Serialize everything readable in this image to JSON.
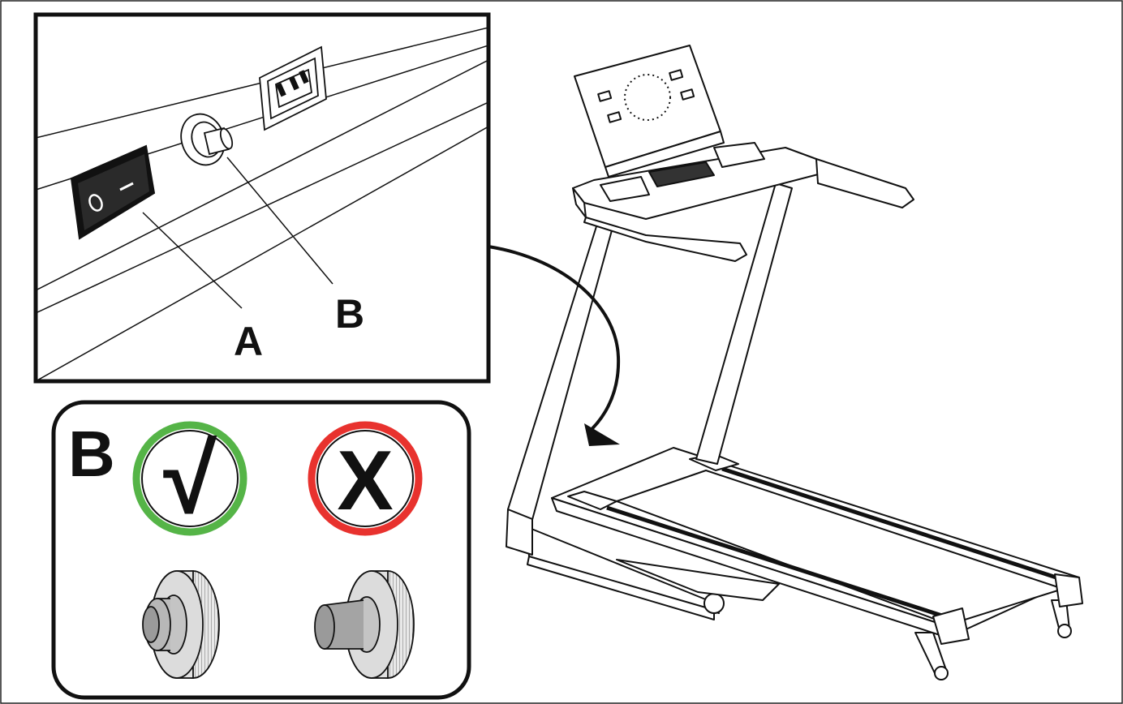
{
  "labels": {
    "a": "A",
    "b": "B",
    "b_panel": "B"
  },
  "switch": {
    "off_symbol": "O",
    "on_symbol": "I"
  },
  "indicators": {
    "correct_symbol": "√",
    "correct_color": "#55b447",
    "wrong_symbol": "X",
    "wrong_color": "#e8322e"
  },
  "icons": [
    "treadmill-icon",
    "rocker-switch-icon",
    "reset-button-icon",
    "power-socket-icon",
    "reset-knob-icon"
  ]
}
